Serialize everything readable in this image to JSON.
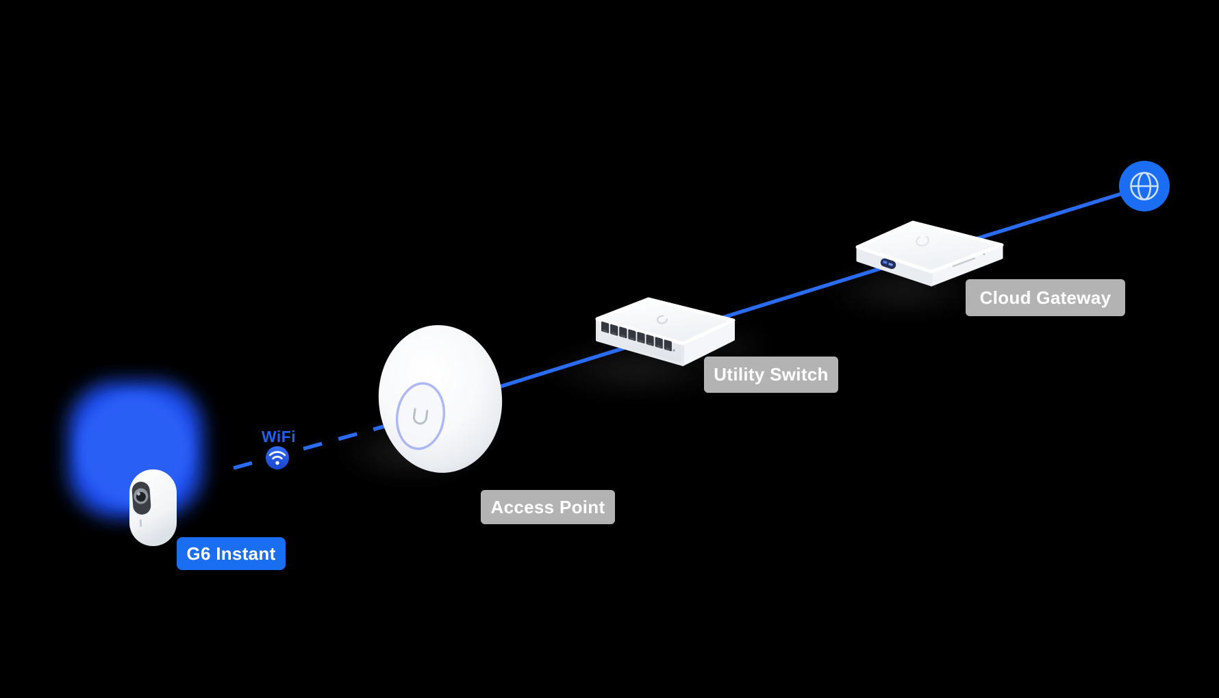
{
  "scene": {
    "background_color": "#000000",
    "connection_color": "#2a6cf1",
    "label_bg_color": "#b3b3b3",
    "label_text_color": "#ffffff",
    "camera_glow_color": "#2357f3",
    "blue_label_bg_color": "#1a6ef2",
    "globe_badge_color": "#1b6ef3"
  },
  "wifi_link": {
    "label": "WiFi",
    "icon": "wifi-icon"
  },
  "internet": {
    "icon": "globe-icon"
  },
  "nodes": [
    {
      "id": "g6-instant",
      "type": "camera",
      "label": "G6 Instant",
      "label_style": "blue"
    },
    {
      "id": "access-point",
      "type": "access-point",
      "label": "Access Point",
      "label_style": "gray"
    },
    {
      "id": "utility-switch",
      "type": "switch",
      "label": "Utility Switch",
      "label_style": "gray"
    },
    {
      "id": "cloud-gateway",
      "type": "gateway",
      "label": "Cloud Gateway",
      "label_style": "gray"
    }
  ],
  "connections": [
    {
      "from": "g6-instant",
      "to": "access-point",
      "medium": "wifi",
      "line_style": "dashed"
    },
    {
      "from": "access-point",
      "to": "utility-switch",
      "medium": "wired",
      "line_style": "solid"
    },
    {
      "from": "utility-switch",
      "to": "cloud-gateway",
      "medium": "wired",
      "line_style": "solid"
    },
    {
      "from": "cloud-gateway",
      "to": "internet",
      "medium": "wired",
      "line_style": "solid"
    }
  ]
}
